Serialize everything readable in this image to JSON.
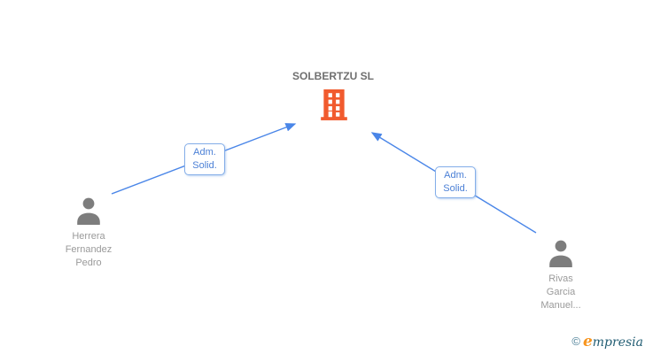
{
  "diagram": {
    "company": {
      "name": "SOLBERTZU SL",
      "icon": "building-icon"
    },
    "persons": [
      {
        "id": "herrera-fernandez-pedro",
        "name_lines": [
          "Herrera",
          "Fernandez",
          "Pedro"
        ]
      },
      {
        "id": "rivas-garcia-manuel",
        "name_lines": [
          "Rivas",
          "Garcia",
          "Manuel..."
        ]
      }
    ],
    "edges": [
      {
        "from": "herrera-fernandez-pedro",
        "to": "SOLBERTZU SL",
        "label_lines": [
          "Adm.",
          "Solid."
        ]
      },
      {
        "from": "rivas-garcia-manuel",
        "to": "SOLBERTZU SL",
        "label_lines": [
          "Adm.",
          "Solid."
        ]
      }
    ],
    "colors": {
      "edge_blue": "#4a86e8",
      "label_border_blue": "#85aee8",
      "label_text_blue": "#4a7fd6",
      "building_orange": "#f15b2e",
      "person_gray": "#7d7d7d",
      "name_gray": "#9a9a9a",
      "title_gray": "#6f6f6f"
    }
  },
  "footer": {
    "copyright_symbol": "©",
    "brand_initial": "e",
    "brand_rest": "mpresia"
  }
}
